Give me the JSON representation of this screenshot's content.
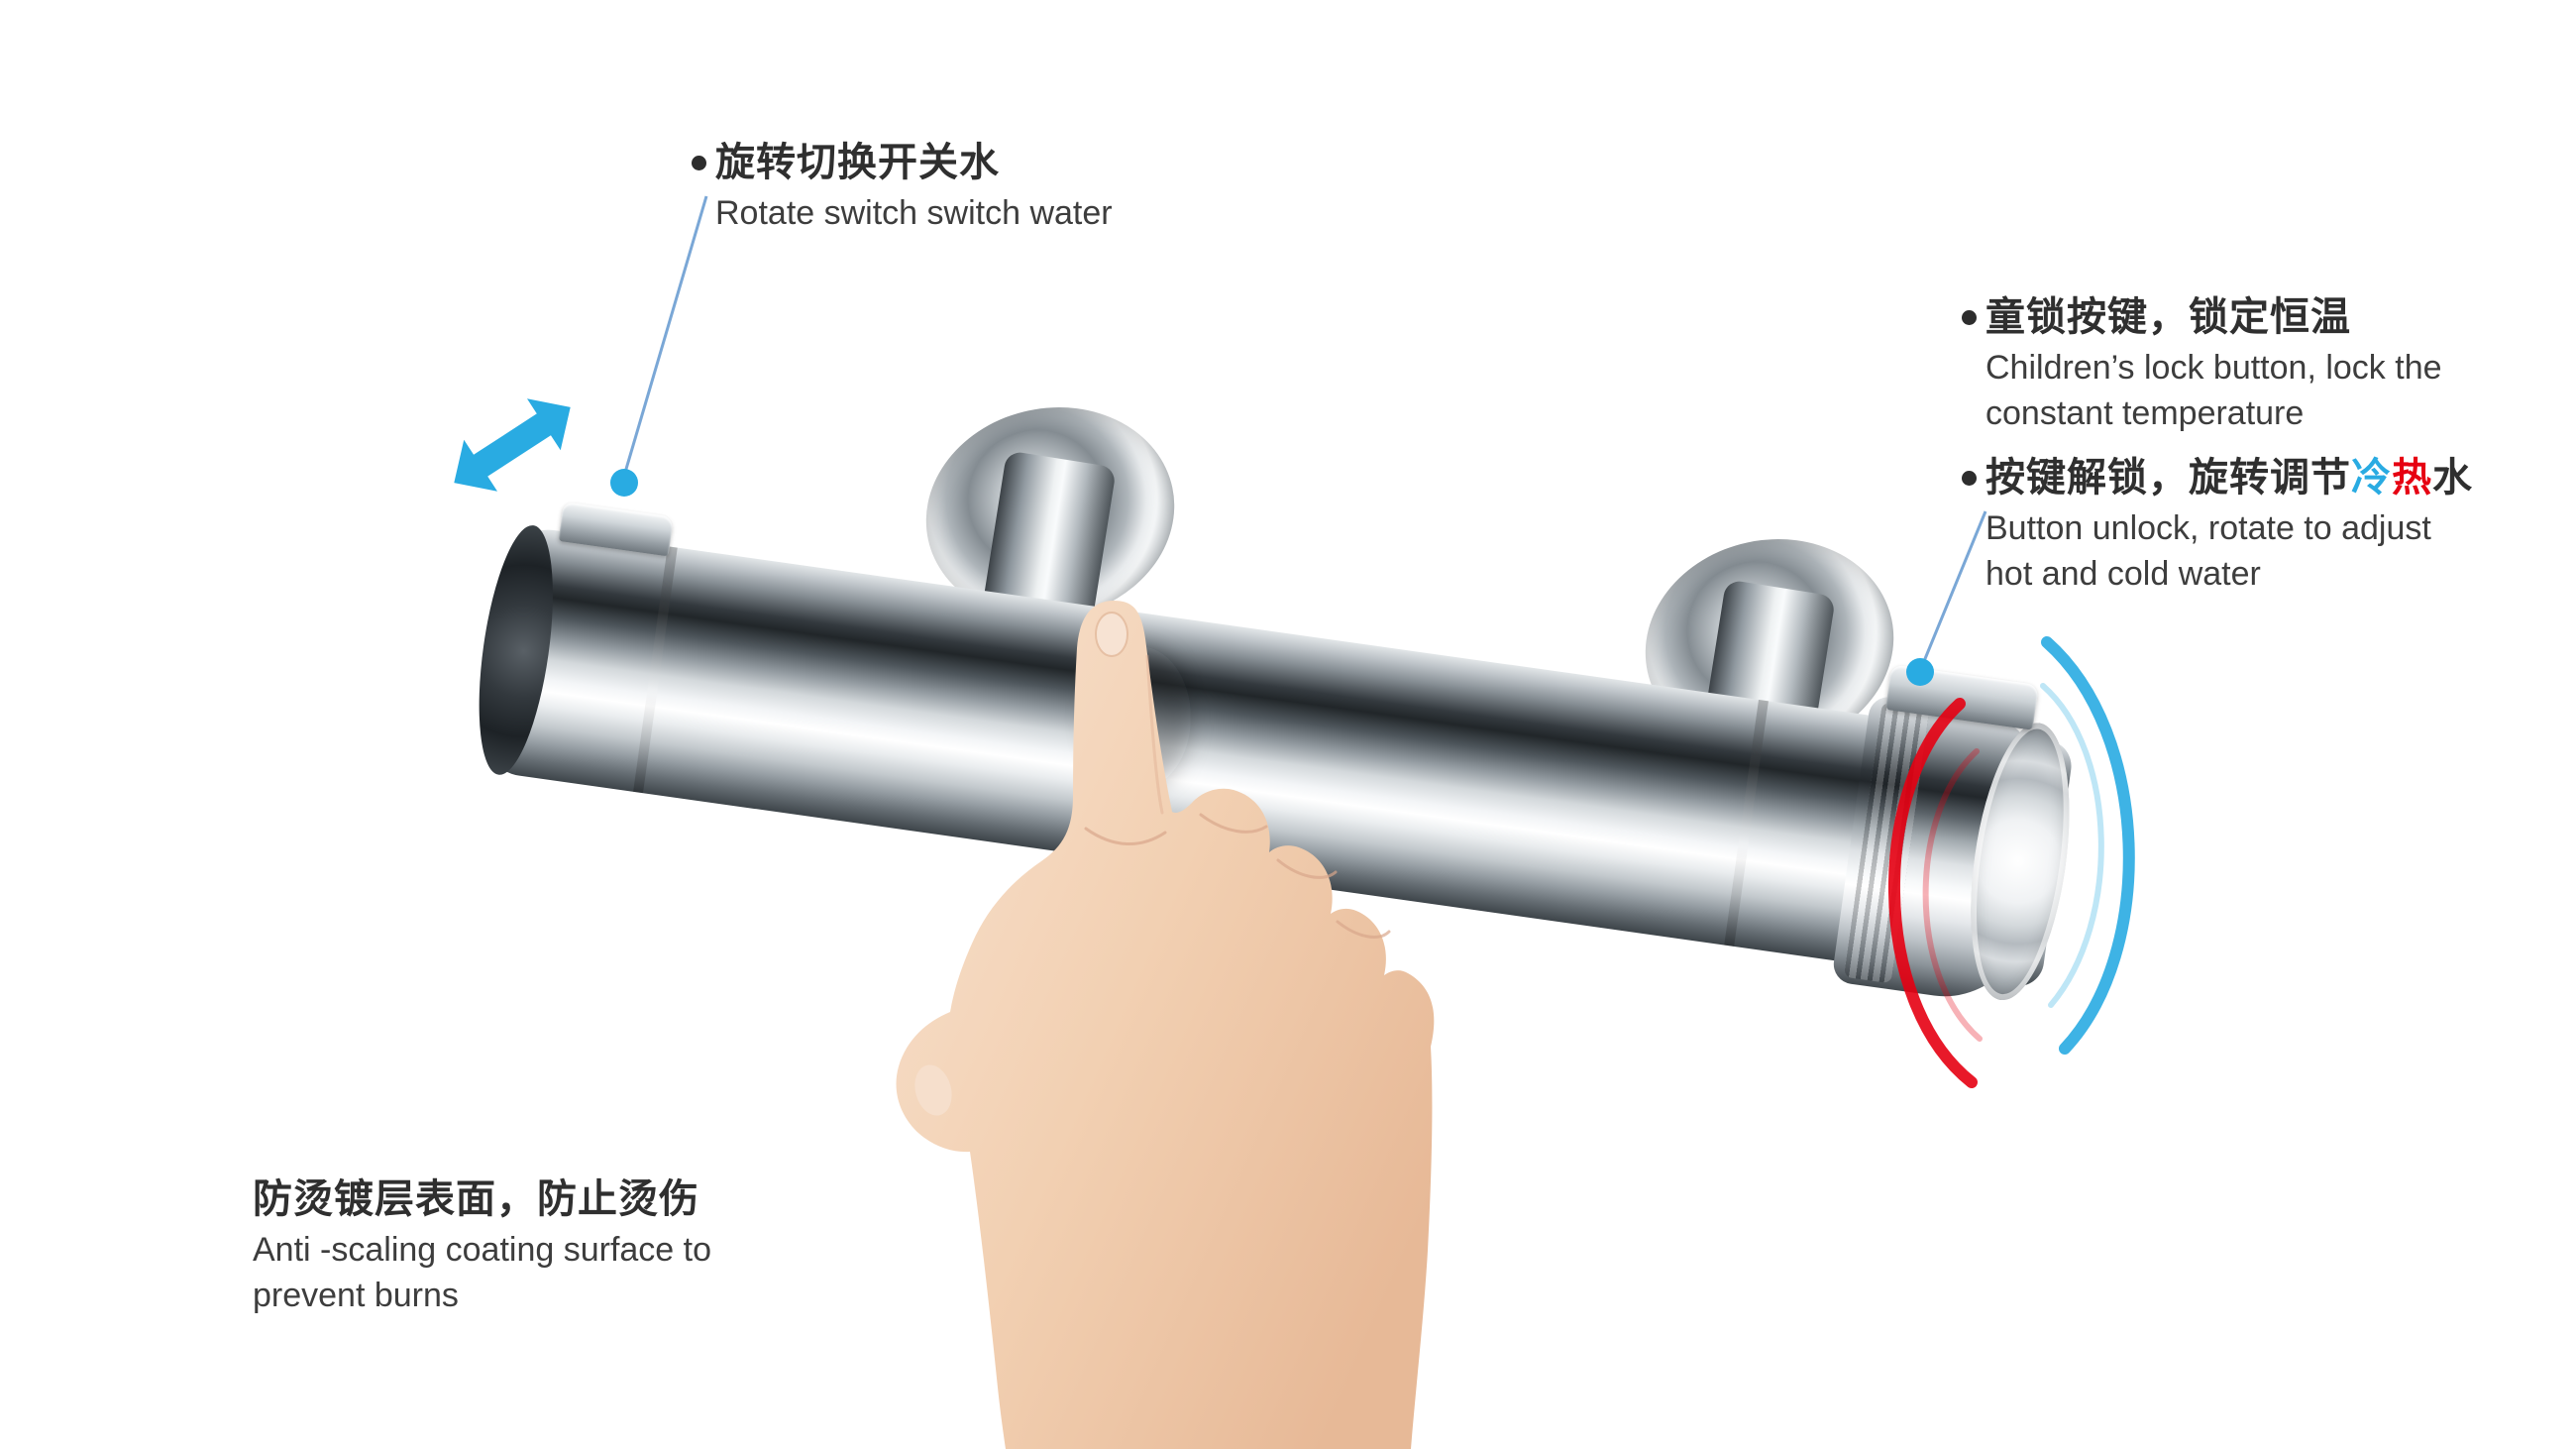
{
  "colors": {
    "accent_blue": "#29abe2",
    "hot_red": "#e60012",
    "heading_text": "#2f2f2f",
    "body_text": "#3d3d3d",
    "callout_line": "#7aa7d6"
  },
  "icons": {
    "bullet": "bullet-dot-icon",
    "rotate_arrow": "double-headed-rotate-arrow-icon",
    "callout_dot": "callout-anchor-dot",
    "hot_arc": "hot-water-arc",
    "cold_arc": "cold-water-arc"
  },
  "annotations": {
    "rotate_switch": {
      "title_zh": "旋转切换开关水",
      "title_en": "Rotate switch switch water"
    },
    "child_lock": {
      "title_zh": "童锁按键，锁定恒温",
      "en_line1": "Children’s lock button, lock the",
      "en_line2": "constant temperature"
    },
    "unlock_adjust": {
      "zh_prefix": "按键解锁，旋转调节",
      "zh_cold": "冷",
      "zh_hot": "热",
      "zh_suffix": "水",
      "en_line1": "Button unlock, rotate to adjust",
      "en_line2": "hot and cold water"
    },
    "anti_scald": {
      "title_zh": "防烫镀层表面，防止烫伤",
      "en_line1": "Anti -scaling coating surface to",
      "en_line2": "prevent burns"
    }
  }
}
